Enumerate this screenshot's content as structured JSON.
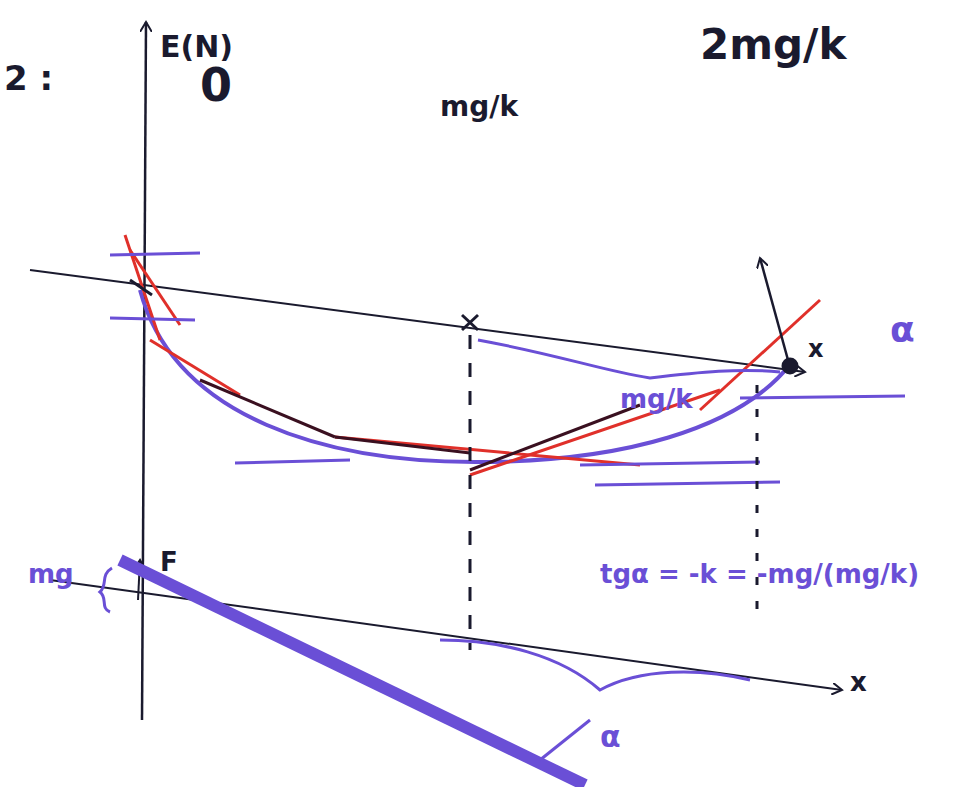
{
  "diagram": {
    "labels": [
      "E(N)",
      "2 :",
      "0",
      "mg/k",
      "2mg/k",
      "α",
      "x",
      "mg/k",
      "F",
      "mg",
      "x",
      "tgα = -k = -mg/(mg/k)",
      "α"
    ]
  }
}
